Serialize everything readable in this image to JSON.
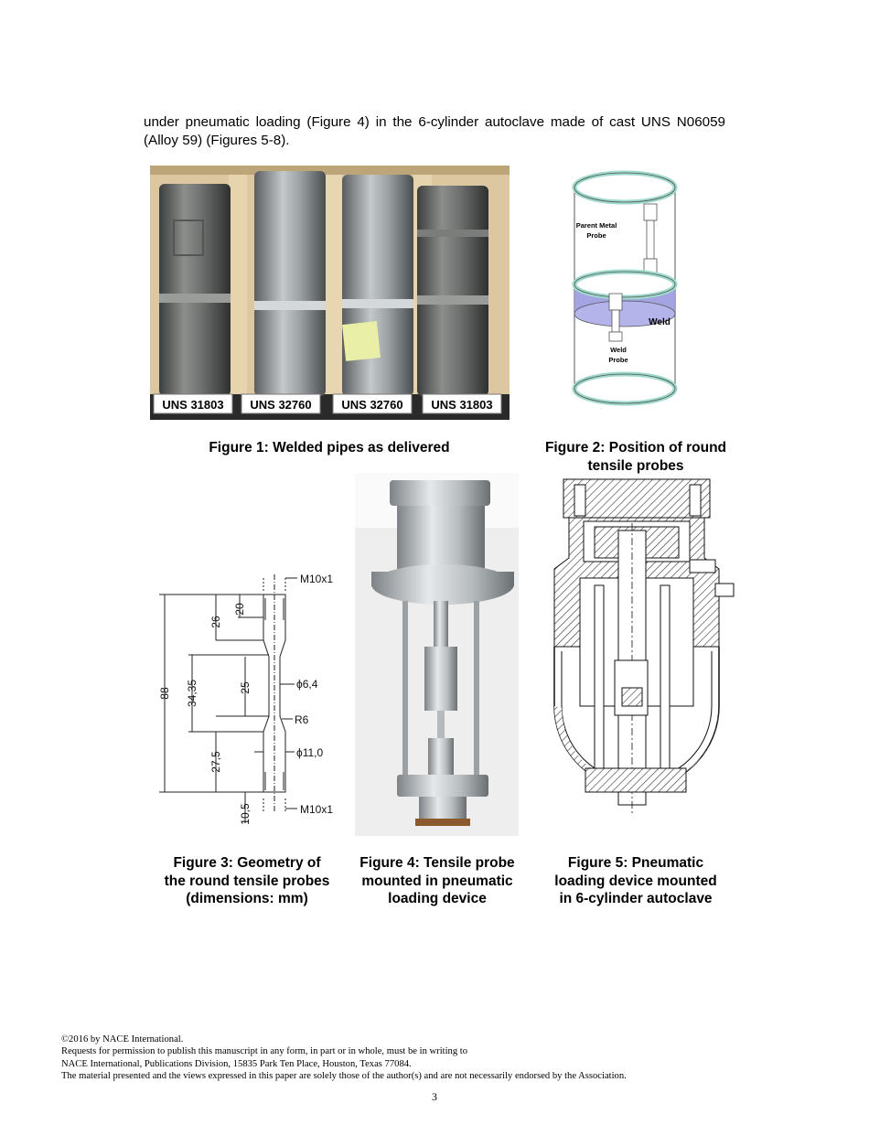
{
  "body_text": "under pneumatic loading (Figure 4) in the 6-cylinder autoclave made of cast UNS N06059 (Alloy 59) (Figures 5-8).",
  "figure1": {
    "pipe_labels": [
      "UNS 31803",
      "UNS 32760",
      "UNS 32760",
      "UNS 31803"
    ],
    "caption": "Figure 1: Welded pipes as delivered"
  },
  "figure2": {
    "parent_label_line1": "Parent Metal",
    "parent_label_line2": "Probe",
    "weld_label": "Weld",
    "weld_probe_line1": "Weld",
    "weld_probe_line2": "Probe",
    "caption_line1": "Figure 2: Position of round",
    "caption_line2": "tensile probes",
    "colors": {
      "ring": "#9ed9cc",
      "weld_band": "#9a9ae0"
    }
  },
  "figure3": {
    "dims": {
      "m10_top": "M10x1",
      "d26": "26",
      "d20": "20",
      "d88": "88",
      "d34": "34,35",
      "d25": "25",
      "phi64": "ϕ6,4",
      "r6": "R6",
      "d275": "27,5",
      "phi110": "ϕ11,0",
      "d105": "10,5",
      "m10_bot": "M10x1"
    },
    "caption_line1": "Figure 3: Geometry of",
    "caption_line2": "the round tensile probes",
    "caption_line3": "(dimensions: mm)"
  },
  "figure4": {
    "caption_line1": "Figure 4: Tensile probe",
    "caption_line2": "mounted in pneumatic",
    "caption_line3": "loading device"
  },
  "figure5": {
    "caption_line1": "Figure 5: Pneumatic",
    "caption_line2": "loading device mounted",
    "caption_line3": "in 6-cylinder autoclave"
  },
  "footer": {
    "line1": "©2016 by NACE International.",
    "line2": "Requests for permission to publish this manuscript in any form, in part or in whole, must be in writing to",
    "line3": "NACE International, Publications Division, 15835 Park Ten Place, Houston, Texas 77084.",
    "line4": "The material presented and the views expressed in this paper are solely those of the author(s) and are not necessarily endorsed by the Association."
  },
  "page_number": "3"
}
